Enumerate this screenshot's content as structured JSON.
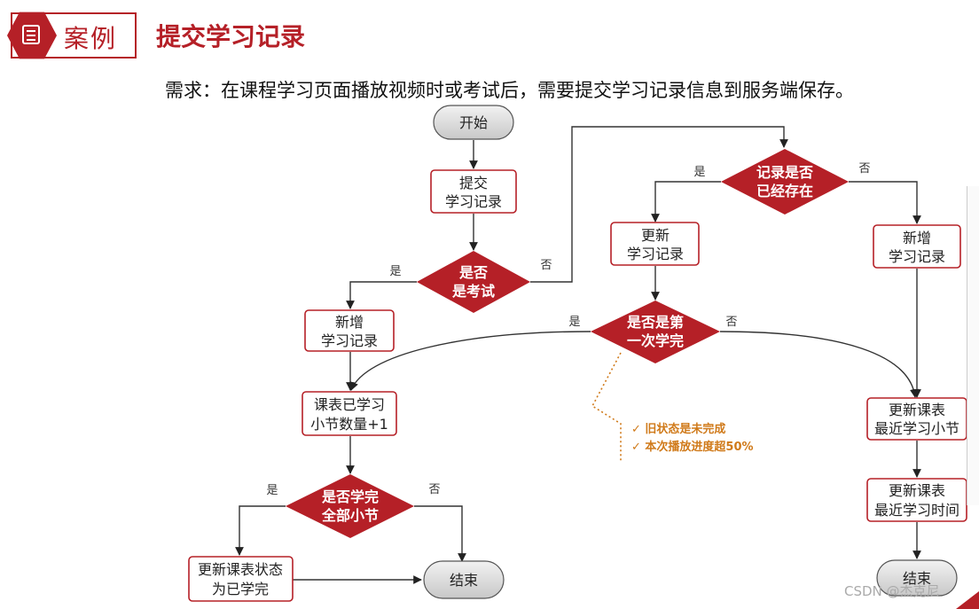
{
  "header": {
    "badge_label": "案例",
    "title": "提交学习记录",
    "requirement": "需求：在课程学习页面播放视频时或考试后，需要提交学习记录信息到服务端保存。"
  },
  "nodes": {
    "start": "开始",
    "submit": [
      "提交",
      "学习记录"
    ],
    "is_exam": [
      "是否",
      "是考试"
    ],
    "new_left": [
      "新增",
      "学习记录"
    ],
    "update_count": [
      "课表已学习",
      "小节数量+1"
    ],
    "all_done": [
      "是否学完",
      "全部小节"
    ],
    "update_status": [
      "更新课表状态",
      "为已学完"
    ],
    "end_left": "结束",
    "record_exists": [
      "记录是否",
      "已经存在"
    ],
    "update_record": [
      "更新",
      "学习记录"
    ],
    "new_right": [
      "新增",
      "学习记录"
    ],
    "first_done": [
      "是否是第",
      "一次学完"
    ],
    "update_latest_section": [
      "更新课表",
      "最近学习小节"
    ],
    "update_latest_time": [
      "更新课表",
      "最近学习时间"
    ],
    "end_right": "结束"
  },
  "edges": {
    "yes": "是",
    "no": "否"
  },
  "note": [
    "✓  旧状态是未完成",
    "✓  本次播放进度超50%"
  ],
  "watermark": "CSDN @杰克尼",
  "colors": {
    "accent": "#b52027",
    "diamond": "#b52027",
    "box_border": "#b52027",
    "note": "#d07a1a"
  }
}
